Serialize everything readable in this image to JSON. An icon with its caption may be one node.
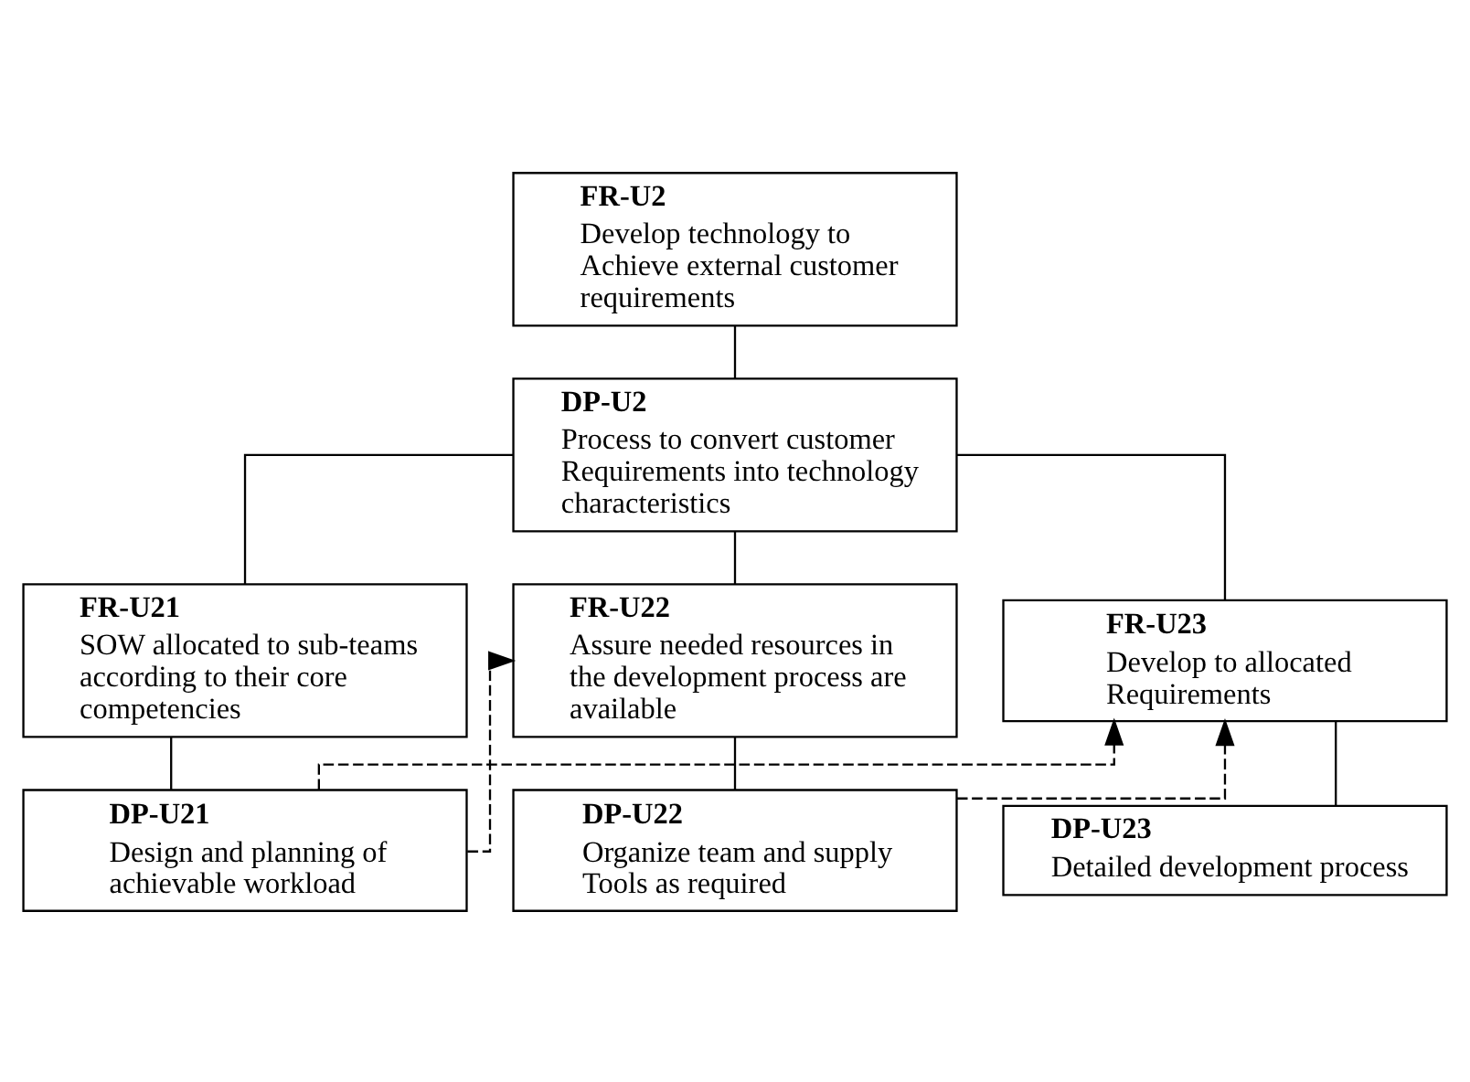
{
  "diagram": {
    "nodes": [
      {
        "text": [
          "FR-U2",
          "Develop technology to Achieve external customer requirements"
        ]
      },
      {
        "text": [
          "DP-U2",
          "Process to convert customer Requirements into technology characteristics"
        ]
      },
      {
        "text": [
          "FR-U21",
          "SOW allocated to sub-teams according to their core competencies"
        ]
      },
      {
        "text": [
          "DP-U21",
          "Design and planning of achievable workload"
        ]
      },
      {
        "text": [
          "FR-U22",
          "Assure needed resources in the development process are available"
        ]
      },
      {
        "text": [
          "DP-U22",
          "Organize team and supply Tools as required"
        ]
      },
      {
        "text": [
          "FR-U23",
          "Develop to allocated Requirements"
        ]
      },
      {
        "text": [
          "DP-U23",
          "Detailed development process"
        ]
      }
    ],
    "edges": [
      {
        "from": 0,
        "to": 1,
        "arrow": "none"
      },
      {
        "from": 1,
        "to": 2,
        "arrow": "none"
      },
      {
        "from": 1,
        "to": 4,
        "arrow": "none"
      },
      {
        "from": 1,
        "to": 6,
        "arrow": "none"
      },
      {
        "from": 2,
        "to": 3,
        "arrow": "none"
      },
      {
        "from": 4,
        "to": 5,
        "arrow": "none"
      },
      {
        "from": 6,
        "to": 7,
        "arrow": "none"
      },
      {
        "from": 3,
        "to": 4,
        "arrow": "to",
        "style": "dashed"
      },
      {
        "from": 3,
        "to": 6,
        "arrow": "to",
        "style": "dashed"
      },
      {
        "from": 5,
        "to": 6,
        "arrow": "to",
        "style": "dashed"
      }
    ]
  }
}
